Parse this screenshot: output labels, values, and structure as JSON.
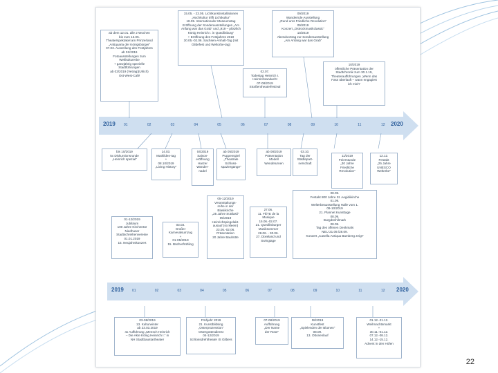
{
  "slide": {
    "page_number": "22"
  },
  "timeline1": {
    "start_year": "2019",
    "end_year": "2020",
    "months": [
      "01",
      "02",
      "03",
      "04",
      "05",
      "06",
      "07",
      "08",
      "09",
      "10",
      "11",
      "12"
    ],
    "top_boxes": [
      {
        "lines": "ab dem 12.01. alle 2 Wochen\nbis zum 13.05.\nTheaterspektakel am Prinzerland\n„Antiquaria der Königsbürger“\n07.03. Auszellung des Festjahres\nab 01/2019\nFotoausstellungen zum\nWeltkulturerbe\n+ ganzjährig spezielle\nStadtführungen\nab 03/2019 (Vetrag)(Ulrich)\nOst-West-Café"
      },
      {
        "lines": "15.05. - 23.05. Lichtkunstinstallationen\n„Hochkultur trifft Lichtkultur“\n18.05. Internationaler Museumstag\nEröffnung der Sonderausstellungen „Am\nAnfang war das Grab“ und „919 – plötzlich\nKönig Heinrich I. in Quedlinburg“\n+ Eröffnung des Festjahres 2019\n30.05.-02.06. Sachsen-Anhalt-Tag (mit\nGildefest und Weltorbe-tag)"
      },
      {
        "lines": "09/2019\nWandernde Ausstellung\n„Rund ums Friedliche Revolution“\n09/2019\nKonzert „Ostrockmusikclassic“\n10/2019\nAbendvortrag zur Sonderausstellung\n„Am Anfang war das Grab“"
      },
      {
        "lines": "02.07.\nTodestag Heinrich I.\nHeinrichsandacht\n07-08/2019\nStraßentheaterfestival"
      },
      {
        "lines": "10/2019\nöffentliche Präsentation der\nStadtchronik zum 30.1.19,\nTheateraufführungen „Wenn das\nFass überlauft – wann engagiert\nich mich“"
      }
    ],
    "bottom_boxes": [
      {
        "lines": "bis 10/2019\n5x Diskursionsrunde\n„Heinrich spezial“"
      },
      {
        "lines": "14.03.\nMathilden-tag\n+\n08.10/2019\n„Living History“"
      },
      {
        "lines": "04/2019\nSaison-\neröffnung\nHarzer\nWander-\nnadel"
      },
      {
        "lines": "ab 05/2019\nPuppenspiel\n„Theatrale\nSchloss-\nspaziergänge“"
      },
      {
        "lines": "ab 08/2019\nPräsentation\nModell\nWendeturnen"
      },
      {
        "lines": "03.10.\nTag der\nStädtepart-\nnerschaft"
      },
      {
        "lines": "11/2019\nFeierstunde\n„30 Jahre\nFriedliche\nRevolution“"
      },
      {
        "lines": "12.12.\nFestakt\n„25 Jahre\nUNESCO\nWelterbe“"
      }
    ],
    "mid_boxes": [
      {
        "lines": "01-12/2019\nJubiläum\n100 Jahre Kirchentür\nNiedhuser\nStadtschreihenvereine\n01.01.2019\n15. Neujahrskonzert"
      },
      {
        "lines": "03.03.\nGroßer\nKarnevalsumzug\n+\n01-05/2019\n15. Bücherfrühling"
      },
      {
        "lines": "05-12/2019\nVeranstaltungs-\nreihe in der\nBlasiikirche\n„25 Jahre St.Blasii“\n05/2019\nHeinrichspiegelakt-\nausauf (so kleem)\n23.05.-02.06.\nPräsentation\n20 Jahre Bauhütte"
      },
      {
        "lines": "27.06.\n11. FÊTE de la\nMusique\n15.06.-02.07.\n21. Quedlinburger\nMusiksommer\n28.06. - 30.06.\n27. Dixieland und\nSwingtage"
      },
      {
        "lines": "08.09.\nFestakt 800 Jahre St. Aegidiikirche\n01.09.\nWelterbeausstellung Halle vom 1.\n09-10/2019\n21. Plannet Kunsttage\n08.09.\nBurgdreihilmark\n08.09.\nTag des offenen Denkmals\nNEU 21.09./28.09.\nKonzert „Casella Antiqua Bamberg zeigt“"
      }
    ]
  },
  "timeline2": {
    "start_year": "2019",
    "end_year": "2020",
    "months": [
      "01",
      "02",
      "03",
      "04",
      "05",
      "06",
      "07",
      "08",
      "09",
      "10",
      "11",
      "12"
    ],
    "bottom_boxes": [
      {
        "lines": "03-08/2019\n13. Kulturwinter\nab 23.03.2019\n4x Aufführung „Mensch Heinrich\n– Die Akte König Heinrich I.“ in\nNH Stadtbaustartheater"
      },
      {
        "lines": "Frühjahr 2019\n21. Kunstbildsing\n„Osterprozession“\nOstergottesdienst\n04-12/2019\nSchlossdrehtheater IS Gilbers"
      },
      {
        "lines": "07-08/2019\nAufführung\n„Der Name\nder Rose“"
      },
      {
        "lines": "08/2019\nKunstfest\n„Spielenden der Blumen“\n08.09.\n13. Ottonenlauf"
      },
      {
        "lines": "01.12.-21.12.\nWeihnachtsmarkt\n+\n30.11.-01.12.\n07.12.-08.12.\n14.12.-15.12.\nAdvent in den Höfen"
      }
    ]
  }
}
